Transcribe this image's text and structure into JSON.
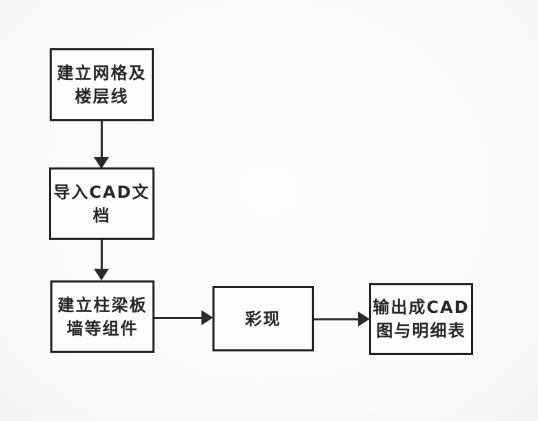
{
  "page": {
    "background_color": "#fbfbfb",
    "line_color": "#2a2a2a",
    "text_color": "#262626"
  },
  "flowchart": {
    "nodes": [
      {
        "id": "create-grid-floor-lines",
        "lines": [
          "建立网格及",
          "楼层线"
        ]
      },
      {
        "id": "import-cad-document",
        "lines": [
          "导入CAD文",
          "档"
        ]
      },
      {
        "id": "create-components",
        "lines": [
          "建立柱梁板",
          "墙等组件"
        ]
      },
      {
        "id": "rendering",
        "lines": [
          "彩现"
        ]
      },
      {
        "id": "output-cad-schedule",
        "lines": [
          "输出成CAD",
          "图与明细表"
        ]
      }
    ],
    "connectors": [
      {
        "from": "create-grid-floor-lines",
        "to": "import-cad-document",
        "direction": "down"
      },
      {
        "from": "import-cad-document",
        "to": "create-components",
        "direction": "down"
      },
      {
        "from": "create-components",
        "to": "rendering",
        "direction": "right"
      },
      {
        "from": "rendering",
        "to": "output-cad-schedule",
        "direction": "right"
      }
    ]
  }
}
